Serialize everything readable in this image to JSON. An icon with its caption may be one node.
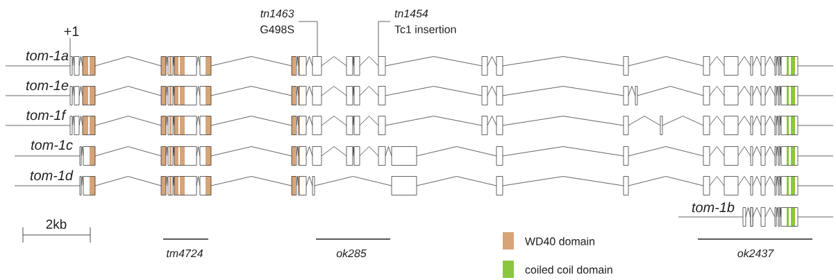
{
  "diagram": {
    "nodes": [
      {
        "text": [
          "tn1463",
          "G498S"
        ]
      },
      {
        "text": [
          "tn1454",
          "Tc1 insertion"
        ]
      },
      {
        "text": [],
        "shape": "box"
      },
      {
        "text": [],
        "shape": "box"
      }
    ],
    "edges": [
      {
        "from": 0,
        "to": 2,
        "arrow": "none"
      },
      {
        "from": 1,
        "to": 3,
        "arrow": "none"
      }
    ],
    "labels": [
      "+1",
      "tom-1a",
      "tom-1e",
      "tom-1f",
      "tom-1c",
      "tom-1d",
      "tom-1b",
      "2kb",
      "tm4724",
      "ok285",
      "ok2437"
    ],
    "legend": [
      {
        "text": "WD40 domain",
        "color": "#d6a477"
      },
      {
        "text": "coiled coil domain",
        "color": "#8cc63f"
      }
    ]
  }
}
